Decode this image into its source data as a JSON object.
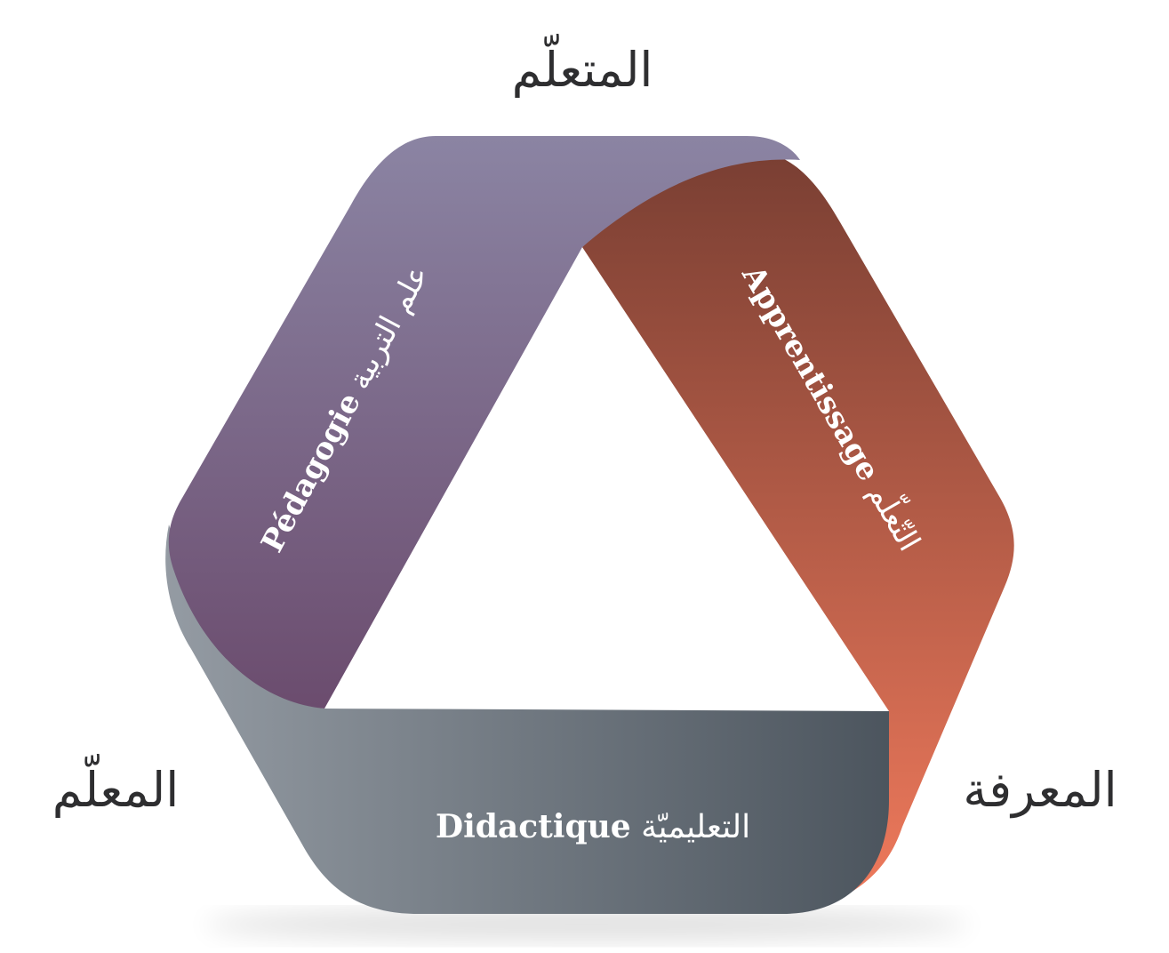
{
  "corners": {
    "top": "المتعلّم",
    "left": "المعلّم",
    "right": "المعرفة"
  },
  "bands": {
    "left": {
      "en": "Pédagogie",
      "ar": "علم التربية",
      "color_start": "#8b84a3",
      "color_end": "#6b4c6e"
    },
    "right": {
      "en": "Apprentissage",
      "ar": "التّعلّم",
      "color_start": "#7a3f33",
      "color_end": "#f07a5c"
    },
    "bottom": {
      "en": "Didactique",
      "ar": "التعليميّة",
      "color_start": "#949ba3",
      "color_end": "#4c555e"
    }
  },
  "colors": {
    "label_text": "#ffffff",
    "corner_text": "#2e2e30"
  }
}
